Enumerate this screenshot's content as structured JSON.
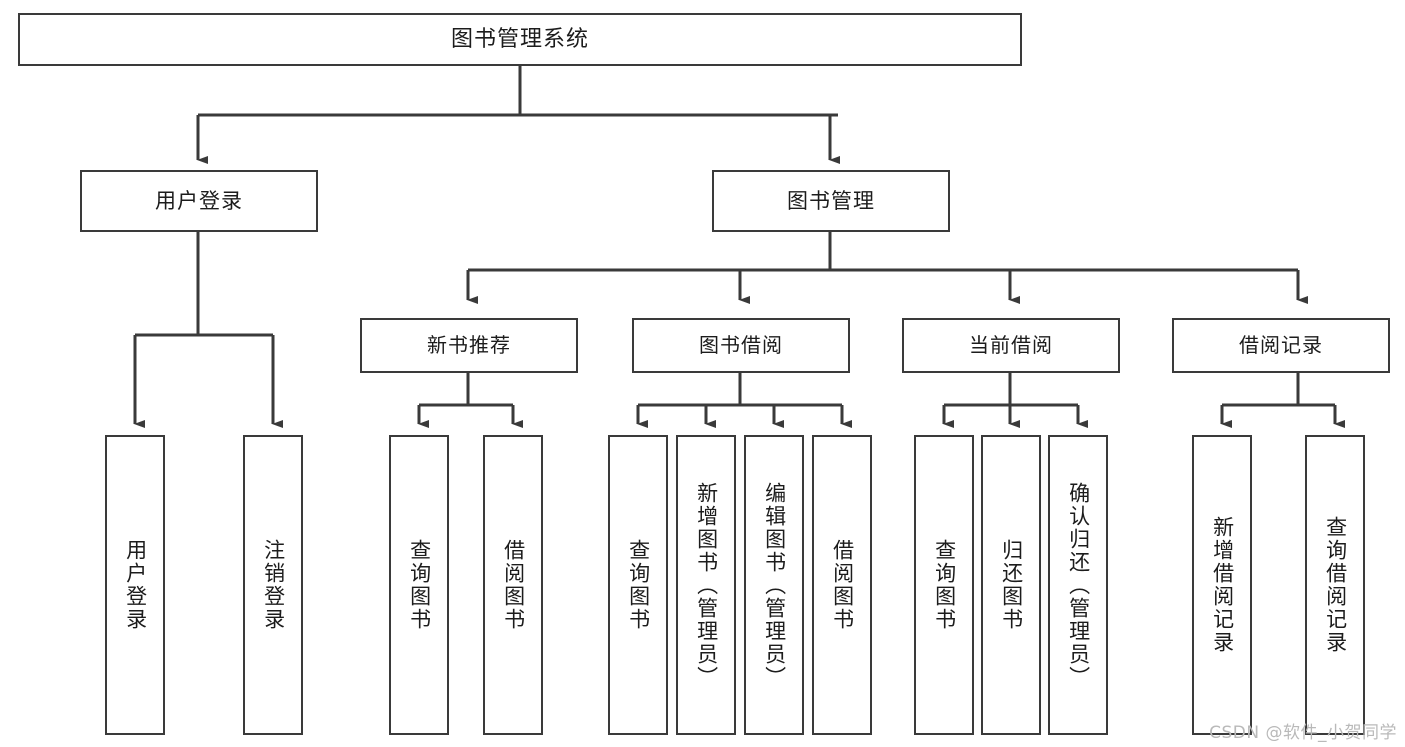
{
  "diagram": {
    "title": "图书管理系统",
    "type": "hierarchy-tree",
    "watermark": "CSDN @软件_小贺同学",
    "stroke_color": "#3a3a3a",
    "fill_color": "#ffffff",
    "text_color": "#1c1c1c"
  },
  "chart_data": {
    "type": "tree",
    "title": "图书管理系统",
    "root": {
      "label": "图书管理系统",
      "children": [
        {
          "label": "用户登录",
          "children": [
            {
              "label": "用户登录"
            },
            {
              "label": "注销登录"
            }
          ]
        },
        {
          "label": "图书管理",
          "children": [
            {
              "label": "新书推荐",
              "children": [
                {
                  "label": "查询图书"
                },
                {
                  "label": "借阅图书"
                }
              ]
            },
            {
              "label": "图书借阅",
              "children": [
                {
                  "label": "查询图书"
                },
                {
                  "label": "新增图书（管理员）"
                },
                {
                  "label": "编辑图书（管理员）"
                },
                {
                  "label": "借阅图书"
                }
              ]
            },
            {
              "label": "当前借阅",
              "children": [
                {
                  "label": "查询图书"
                },
                {
                  "label": "归还图书"
                },
                {
                  "label": "确认归还（管理员）"
                }
              ]
            },
            {
              "label": "借阅记录",
              "children": [
                {
                  "label": "新增借阅记录"
                },
                {
                  "label": "查询借阅记录"
                }
              ]
            }
          ]
        }
      ]
    }
  },
  "nodes": {
    "root": {
      "label": "图书管理系统"
    },
    "level2": {
      "user_login": {
        "label": "用户登录"
      },
      "book_manage": {
        "label": "图书管理"
      }
    },
    "level3": {
      "new_book_rec": {
        "label": "新书推荐"
      },
      "book_borrow": {
        "label": "图书借阅"
      },
      "current_borrow": {
        "label": "当前借阅"
      },
      "borrow_record": {
        "label": "借阅记录"
      }
    },
    "leaves": {
      "user_login_1": {
        "label": "用户登录"
      },
      "user_login_2": {
        "label": "注销登录"
      },
      "new_book_1": {
        "label": "查询图书"
      },
      "new_book_2": {
        "label": "借阅图书"
      },
      "borrow_1": {
        "label": "查询图书"
      },
      "borrow_2": {
        "label": "新增图书（管理员）"
      },
      "borrow_3": {
        "label": "编辑图书（管理员）"
      },
      "borrow_4": {
        "label": "借阅图书"
      },
      "current_1": {
        "label": "查询图书"
      },
      "current_2": {
        "label": "归还图书"
      },
      "current_3": {
        "label": "确认归还（管理员）"
      },
      "record_1": {
        "label": "新增借阅记录"
      },
      "record_2": {
        "label": "查询借阅记录"
      }
    }
  }
}
